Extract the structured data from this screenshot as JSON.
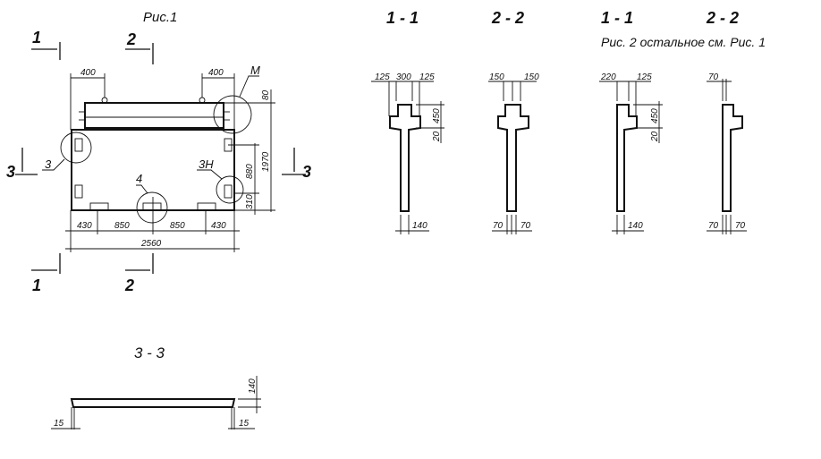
{
  "fig1": {
    "title": "Рис.1",
    "cut_top_1": "1",
    "cut_top_2": "2",
    "cut_bottom_1": "1",
    "cut_bottom_2": "2",
    "cut_left_3": "3",
    "cut_right_3": "3",
    "dim_loop_left": "400",
    "dim_loop_right": "400",
    "dim_top": "80",
    "dim_height": "1970",
    "dim_880": "880",
    "dim_310": "310",
    "dim_430_left": "430",
    "dim_850_left": "850",
    "dim_850_right": "850",
    "dim_430_right": "430",
    "dim_total": "2560",
    "callout_m": "М",
    "callout_3": "3",
    "callout_4": "4",
    "callout_3n": "3Н"
  },
  "sections": {
    "s1_title": "1 - 1",
    "s2_title": "2 - 2",
    "s3_title": "1 - 1",
    "s4_title": "2 - 2",
    "fig2_note": "Рис. 2  остальное  см. Рис. 1",
    "s1": {
      "d1": "125",
      "d2": "300",
      "d3": "125",
      "h1": "450",
      "h2": "20",
      "b": "140"
    },
    "s2": {
      "d1": "150",
      "d2": "150",
      "b1": "70",
      "b2": "70"
    },
    "s3": {
      "d1": "220",
      "d2": "125",
      "h1": "450",
      "h2": "20",
      "b": "140"
    },
    "s4": {
      "d1": "70",
      "b1": "70",
      "b2": "70"
    }
  },
  "section33": {
    "title": "3 - 3",
    "h": "140",
    "left": "15",
    "right": "15"
  }
}
